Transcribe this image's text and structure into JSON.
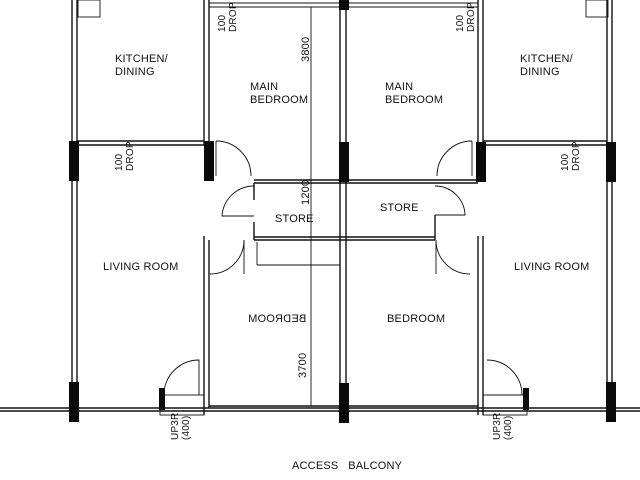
{
  "rooms": {
    "kitchen_left": "KITCHEN/\nDINING",
    "kitchen_right": "KITCHEN/\nDINING",
    "main_bedroom_left": "MAIN\nBEDROOM",
    "main_bedroom_right": "MAIN\nBEDROOM",
    "store_left": "STORE",
    "store_right": "STORE",
    "living_left": "LIVING ROOM",
    "living_right": "LIVING ROOM",
    "bedroom_left": "BEDROOM",
    "bedroom_right": "BEDROOM",
    "balcony": "ACCESS   BALCONY"
  },
  "dimensions": {
    "main_bedroom": "3800",
    "store": "1200",
    "bedroom": "3700"
  },
  "notes": {
    "drop": "100\nDROP",
    "step": "UP3R\n(400)"
  }
}
